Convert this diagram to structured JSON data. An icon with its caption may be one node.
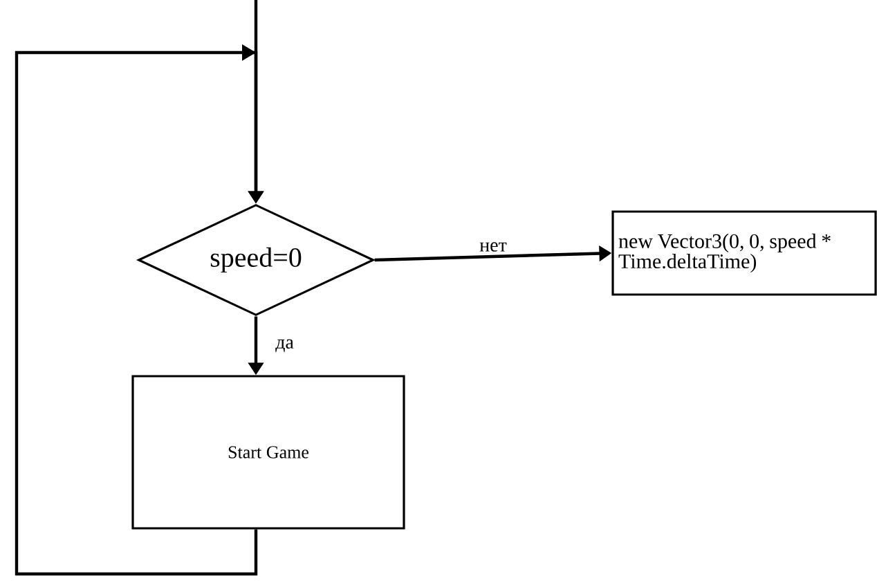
{
  "diagram": {
    "nodes": [
      {
        "text": [
          "speed=0"
        ]
      },
      {
        "text": [
          "new Vector3(0, 0, speed * Time.deltaTime)"
        ]
      },
      {
        "text": [
          "Start Game"
        ]
      }
    ],
    "edges": [
      {
        "from": null,
        "to": 0,
        "arrow": "to"
      },
      {
        "from": 2,
        "to": 0,
        "arrow": "to"
      },
      {
        "from": 0,
        "to": 1,
        "arrow": "to",
        "label": "нет"
      },
      {
        "from": 0,
        "to": 2,
        "arrow": "to",
        "label": "да"
      }
    ]
  }
}
